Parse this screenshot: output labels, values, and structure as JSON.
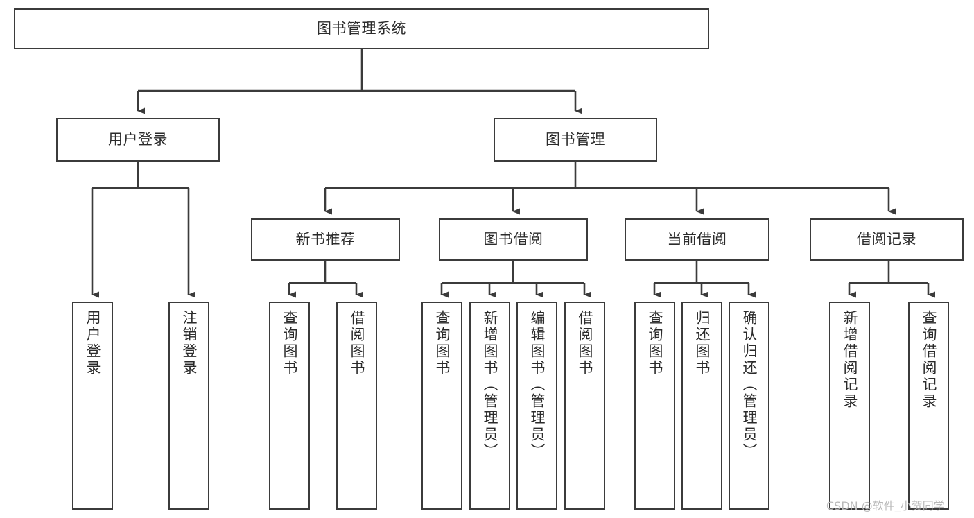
{
  "diagram": {
    "type": "hierarchy-tree",
    "title": "图书管理系统",
    "orientation": "top-down",
    "colors": {
      "box_border": "#3b3b3b",
      "box_fill": "#ffffff",
      "edge": "#3b3b3b",
      "text": "#2b2b2b",
      "watermark": "#b9b9b9",
      "background": "#ffffff"
    },
    "levels": {
      "root": {
        "label": "图书管理系统"
      },
      "level2": [
        {
          "id": "user-login",
          "label": "用户登录"
        },
        {
          "id": "book-management",
          "label": "图书管理"
        }
      ],
      "level3": [
        {
          "id": "new-book-recommend",
          "label": "新书推荐",
          "parent": "book-management"
        },
        {
          "id": "book-borrow",
          "label": "图书借阅",
          "parent": "book-management"
        },
        {
          "id": "current-borrow",
          "label": "当前借阅",
          "parent": "book-management"
        },
        {
          "id": "borrow-record",
          "label": "借阅记录",
          "parent": "book-management"
        }
      ],
      "leaves": {
        "user_login": [
          {
            "id": "leaf-user-login",
            "label": "用户登录"
          },
          {
            "id": "leaf-logout-login",
            "label": "注销登录"
          }
        ],
        "new_book_recommend": [
          {
            "id": "leaf-query-book-1",
            "label": "查询图书"
          },
          {
            "id": "leaf-borrow-book-1",
            "label": "借阅图书"
          }
        ],
        "book_borrow": [
          {
            "id": "leaf-query-book-2",
            "label": "查询图书"
          },
          {
            "id": "leaf-add-book",
            "label": "新增图书（管理员）"
          },
          {
            "id": "leaf-edit-book",
            "label": "编辑图书（管理员）"
          },
          {
            "id": "leaf-borrow-book-2",
            "label": "借阅图书"
          }
        ],
        "current_borrow": [
          {
            "id": "leaf-query-book-3",
            "label": "查询图书"
          },
          {
            "id": "leaf-return-book",
            "label": "归还图书"
          },
          {
            "id": "leaf-confirm-return",
            "label": "确认归还（管理员）"
          }
        ],
        "borrow_record": [
          {
            "id": "leaf-add-record",
            "label": "新增借阅记录"
          },
          {
            "id": "leaf-query-record",
            "label": "查询借阅记录"
          }
        ]
      }
    },
    "watermark": "CSDN @软件_小贺同学"
  }
}
